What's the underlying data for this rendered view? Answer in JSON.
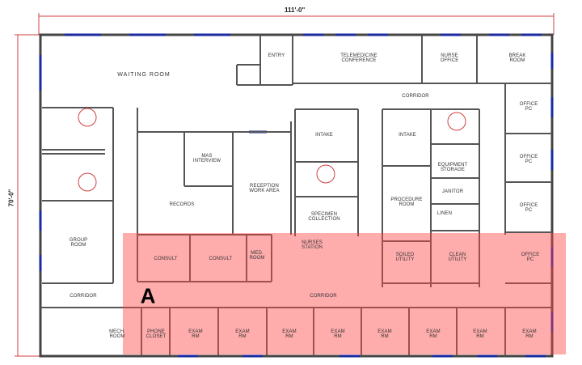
{
  "dimensions": {
    "width_label": "111'-0\"",
    "height_label": "70'-0\""
  },
  "highlight": {
    "marker": "A",
    "color": "#ff4646"
  },
  "colors": {
    "wall": "#444444",
    "window": "#1a2aa0",
    "dimension": "#d04040"
  },
  "rooms": [
    "WAITING ROOM",
    "ENTRY",
    "TELEMEDICINE\nCONFERENCE",
    "NURSE\nOFFICE",
    "BREAK\nROOM",
    "CORRIDOR",
    "OFFICE\nPC",
    "OFFICE\nPC",
    "OFFICE\nPC",
    "OFFICE\nPC",
    "INTAKE",
    "INTAKE",
    "EQUIPMENT\nSTORAGE",
    "JANITOR",
    "LINEN",
    "PROCEDURE\nROOM",
    "SPECIMEN\nCOLLECTION",
    "NURSES\nSTATION",
    "SOILED\nUTILITY",
    "CLEAN\nUTILITY",
    "MAS\nINTERVIEW",
    "RECEPTION\nWORK AREA",
    "RECORDS",
    "GROUP\nROOM",
    "CONSULT",
    "CONSULT",
    "MED.\nROOM",
    "CORRIDOR",
    "CORRIDOR",
    "MECH.\nROOM",
    "PHONE\nCLOSET",
    "EXAM\nRM",
    "EXAM\nRM",
    "EXAM\nRM",
    "EXAM\nRM",
    "EXAM\nRM",
    "EXAM\nRM",
    "EXAM\nRM",
    "EXAM\nRM"
  ]
}
